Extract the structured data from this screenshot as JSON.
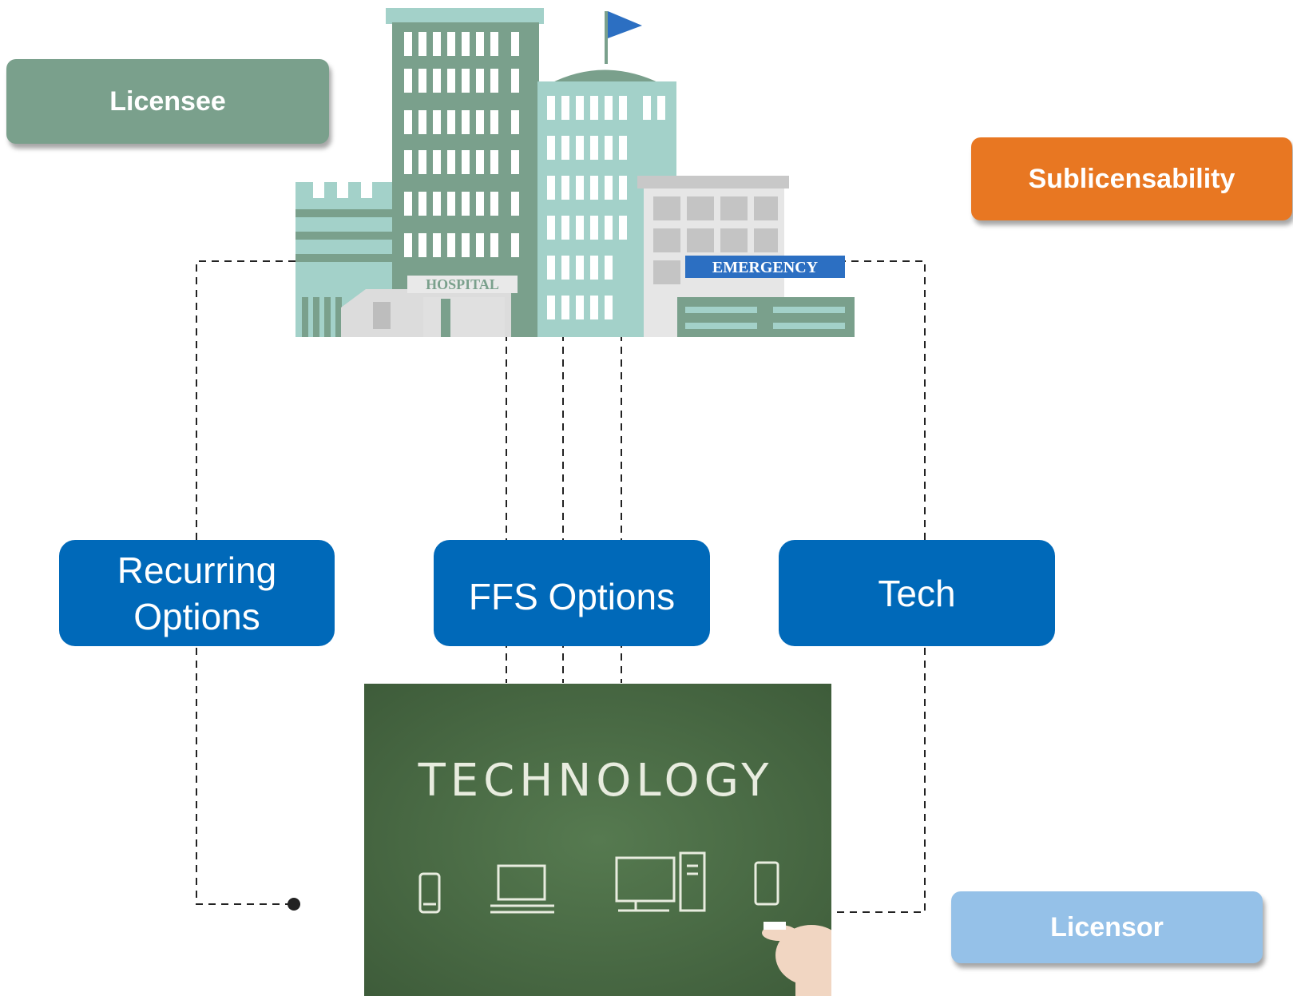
{
  "labels": {
    "licensee": "Licensee",
    "sublicensability": "Sublicensability",
    "licensor": "Licensor"
  },
  "nodes": {
    "recurring_line1": "Recurring",
    "recurring_line2": "Options",
    "ffs": "FFS Options",
    "tech": "Tech"
  },
  "hospital": {
    "hospital_sign": "HOSPITAL",
    "emergency_sign": "EMERGENCY"
  },
  "chalkboard": {
    "word": "TECHNOLOGY"
  },
  "colors": {
    "licensee": "#7aa08c",
    "sublicensability": "#e87722",
    "licensor": "#95c1e8",
    "node": "#0069b9",
    "chalkboard": "#4a6b45"
  },
  "icons": [
    "hospital-buildings-illustration",
    "flag-icon",
    "phone-icon",
    "laptop-icon",
    "desktop-computer-icon",
    "tablet-icon",
    "hand-with-chalk-icon"
  ]
}
